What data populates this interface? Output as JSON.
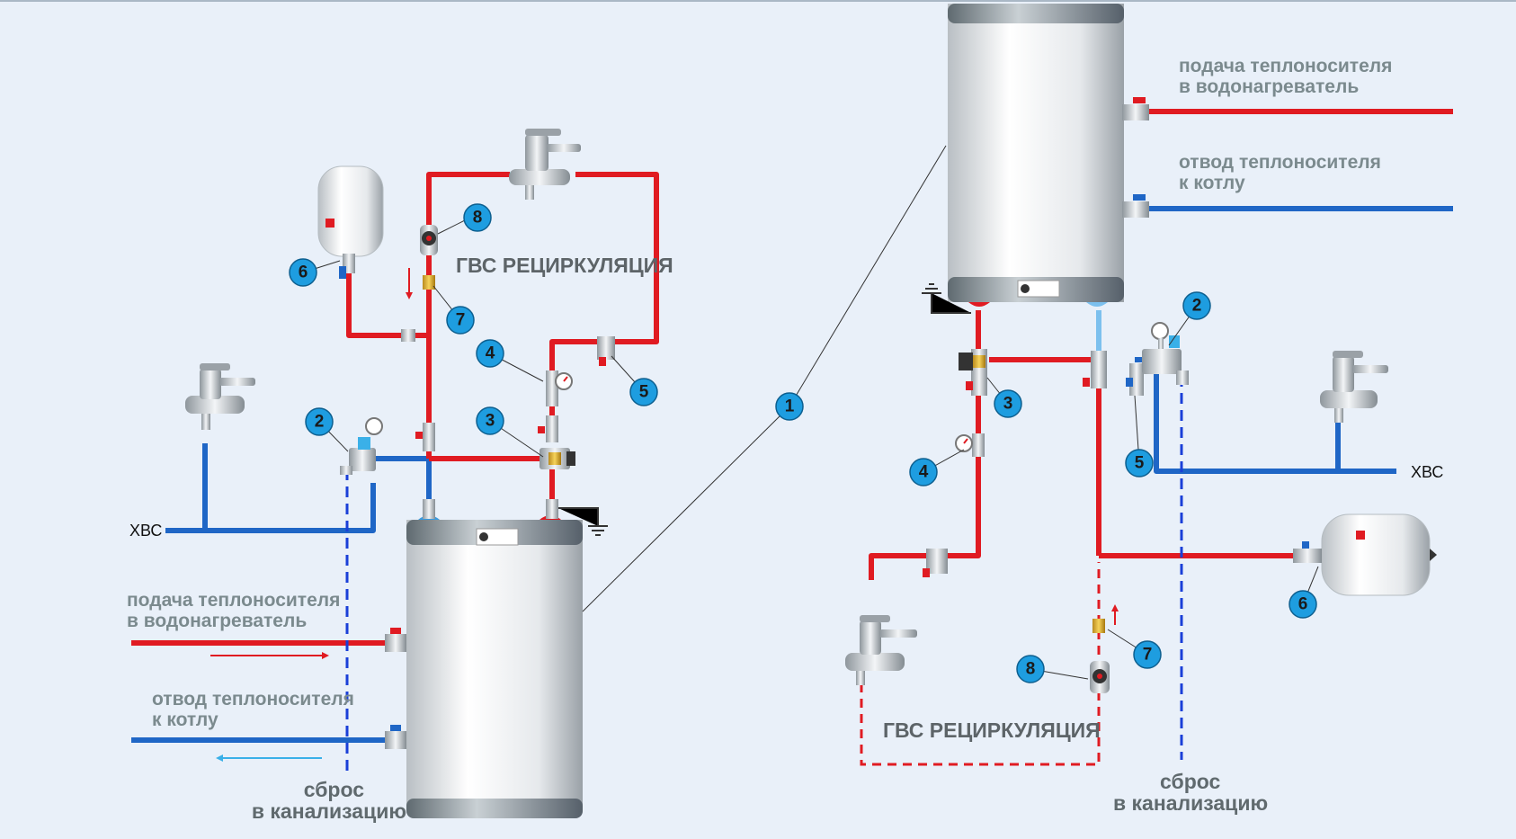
{
  "colors": {
    "hot": "#e01b22",
    "cold": "#1f66c6",
    "drain": "#1a3fd8",
    "badge": "#1e9de0",
    "background": "#e9f0f9"
  },
  "icons": [
    "water-heater-tank",
    "expansion-tank",
    "mixer-faucet",
    "ball-valve",
    "check-valve",
    "circulation-pump",
    "thermostatic-mixing-valve",
    "safety-group",
    "pressure-gauge",
    "ground-icon",
    "flow-arrow"
  ],
  "left": {
    "title": "ГВС РЕЦИРКУЛЯЦИЯ",
    "cold_water": "ХВС",
    "supply_label": [
      "подача теплоносителя",
      "в водонагреватель"
    ],
    "return_label": [
      "отвод теплоносителя",
      "к котлу"
    ],
    "drain_label": [
      "сброс",
      "в канализацию"
    ],
    "badges": [
      "2",
      "3",
      "4",
      "5",
      "6",
      "7",
      "8"
    ]
  },
  "right": {
    "title": "ГВС РЕЦИРКУЛЯЦИЯ",
    "cold_water": "ХВС",
    "supply_label": [
      "подача теплоносителя",
      "в водонагреватель"
    ],
    "return_label": [
      "отвод теплоносителя",
      "к котлу"
    ],
    "drain_label": [
      "сброс",
      "в канализацию"
    ],
    "badges": [
      "2",
      "3",
      "4",
      "5",
      "6",
      "7",
      "8"
    ]
  },
  "center_badge": "1"
}
